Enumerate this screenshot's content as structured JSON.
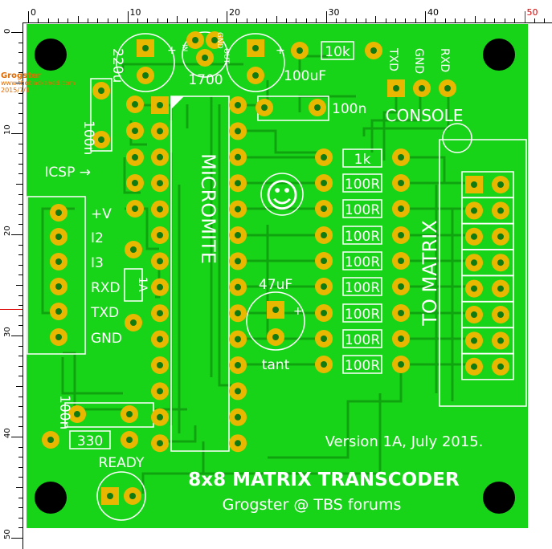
{
  "ruler": {
    "unit": "mm",
    "top_ticks": [
      "0",
      "10",
      "20",
      "30",
      "40",
      "50"
    ],
    "left_ticks": [
      "0",
      "10",
      "20",
      "30",
      "40",
      "50"
    ]
  },
  "watermark": {
    "line1": "Grogster",
    "line2": "www.thebackshed.com",
    "line3": "2015/7/1"
  },
  "board": {
    "title": "8x8 MATRIX TRANSCODER",
    "subtitle": "Grogster @ TBS forums",
    "version": "Version 1A, July 2015.",
    "chip_label": "MICROMITE",
    "matrix_label": "TO MATRIX",
    "console_label": "CONSOLE",
    "icsp_label": "ICSP →",
    "ready_label": "READY",
    "regulator_label": "1700",
    "reg_pins": [
      "IN",
      "GND",
      "OUT"
    ],
    "cap_220u": "220u",
    "cap_100uf": "100uF",
    "cap_100n_left": "100n",
    "cap_100n_top": "100n",
    "cap_100n_bottom": "100n",
    "cap_47uf": "47uF",
    "cap_tant": "tant",
    "res_10k": "10k",
    "res_1k": "1k",
    "res_100r": "100R",
    "res_330": "330",
    "fuse": "1A",
    "plus": "+",
    "smiley": "☺",
    "console_pins": [
      "TXD",
      "GND",
      "RXD"
    ],
    "header_pins": [
      "+V",
      "I2",
      "I3",
      "RXD",
      "TXD",
      "GND"
    ]
  },
  "colors": {
    "board": "#18d418",
    "pad": "#e8b800",
    "trace": "#10a810",
    "silk": "#ffffff",
    "hole": "#000000"
  }
}
